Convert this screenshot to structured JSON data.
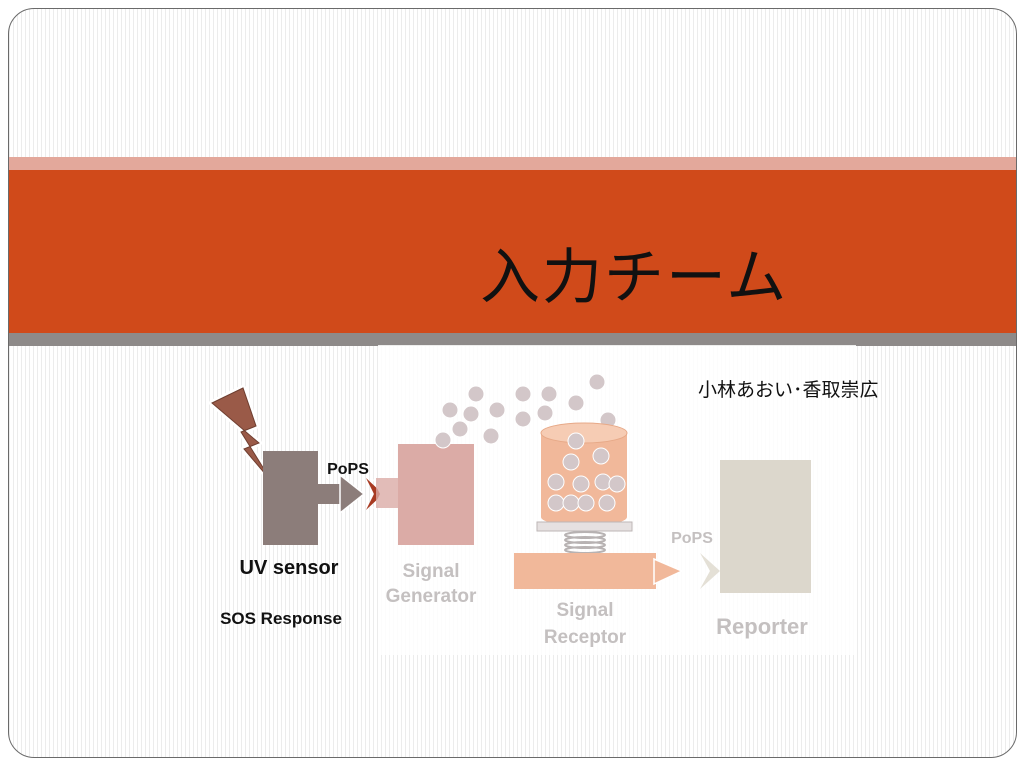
{
  "slide": {
    "title": "入力チーム",
    "authors": "小林あおい･香取崇広"
  },
  "diagram": {
    "labels": {
      "uv_sensor": "UV sensor",
      "sos_response": "SOS Response",
      "pops_left": "PoPS",
      "pops_right": "PoPS",
      "signal_generator_line1": "Signal",
      "signal_generator_line2": "Generator",
      "signal_receptor_line1": "Signal",
      "signal_receptor_line2": "Receptor",
      "reporter": "Reporter"
    },
    "icons": {
      "uv": "lightning-bolt-icon",
      "molecule": "circle-dot-icon",
      "spring": "spring-icon"
    },
    "colors": {
      "header_band": "#d04a1a",
      "header_stripe_top": "#e3a89b",
      "header_stripe_bottom": "#8e8a89",
      "uv_sensor_block": "#8c7d7a",
      "signal_generator_block": "#dbaba6",
      "receptor_cylinder": "#f1b89a",
      "reporter_block": "#dcd7cc",
      "lightning": "#9a5a48"
    }
  }
}
